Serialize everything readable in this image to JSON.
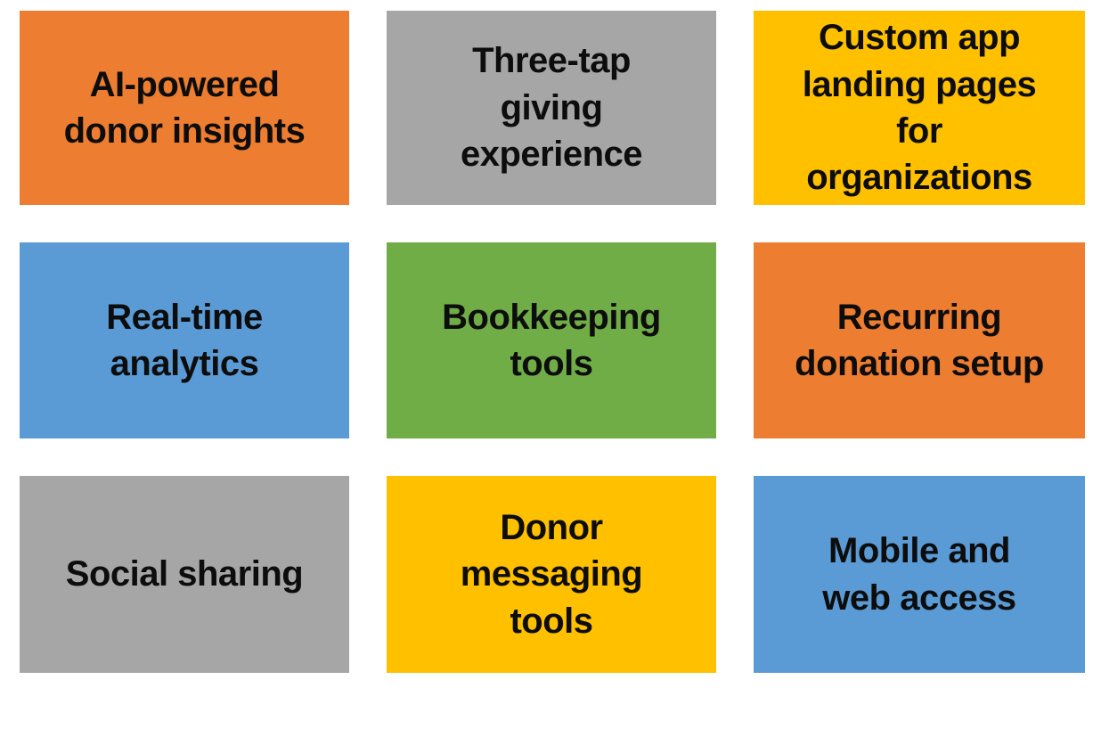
{
  "page": {
    "title": "Feature grid",
    "background_color": "#FFFFFF",
    "text_color": "#0D0D0D"
  },
  "palette": {
    "orange": "#ED7D31",
    "gray": "#A6A6A6",
    "gold": "#FFC000",
    "blue": "#5B9BD5",
    "green": "#70AD47"
  },
  "tiles": [
    {
      "label": "AI-powered\ndonor insights",
      "color": "#ED7D31",
      "color_name": "orange",
      "row": 1,
      "col": 1
    },
    {
      "label": "Three-tap\ngiving\nexperience",
      "color": "#A6A6A6",
      "color_name": "gray",
      "row": 1,
      "col": 2
    },
    {
      "label": "Custom app\nlanding pages\nfor\norganizations",
      "color": "#FFC000",
      "color_name": "gold",
      "row": 1,
      "col": 3
    },
    {
      "label": "Real-time\nanalytics",
      "color": "#5B9BD5",
      "color_name": "blue",
      "row": 2,
      "col": 1
    },
    {
      "label": "Bookkeeping\ntools",
      "color": "#70AD47",
      "color_name": "green",
      "row": 2,
      "col": 2
    },
    {
      "label": "Recurring\ndonation setup",
      "color": "#ED7D31",
      "color_name": "orange",
      "row": 2,
      "col": 3
    },
    {
      "label": "Social sharing",
      "color": "#A6A6A6",
      "color_name": "gray",
      "row": 3,
      "col": 1
    },
    {
      "label": "Donor\nmessaging\ntools",
      "color": "#FFC000",
      "color_name": "gold",
      "row": 3,
      "col": 2
    },
    {
      "label": "Mobile and\nweb access",
      "color": "#5B9BD5",
      "color_name": "blue",
      "row": 3,
      "col": 3
    }
  ]
}
